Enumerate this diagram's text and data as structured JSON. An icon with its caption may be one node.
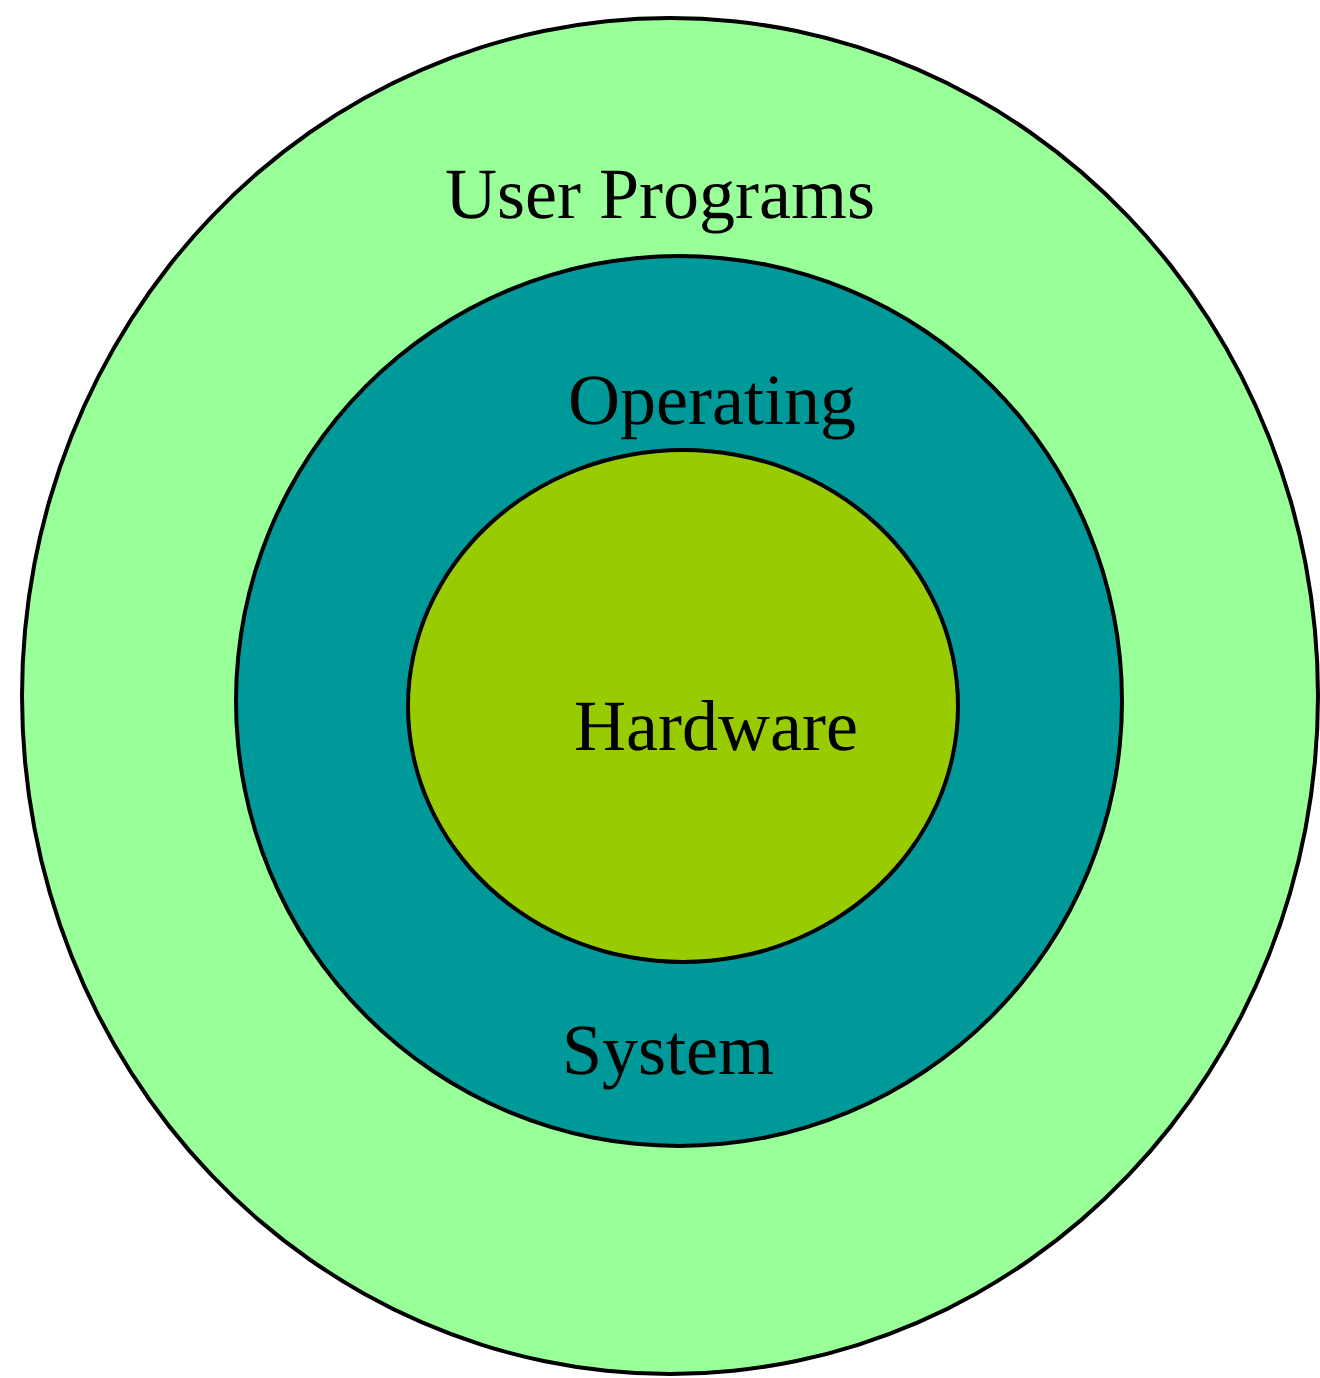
{
  "diagram": {
    "nodes": [
      {
        "text": [
          "User Programs"
        ]
      },
      {
        "text": [
          "Operating",
          "System"
        ],
        "in": 0
      },
      {
        "text": [
          "Hardware"
        ],
        "in": 1
      }
    ]
  }
}
